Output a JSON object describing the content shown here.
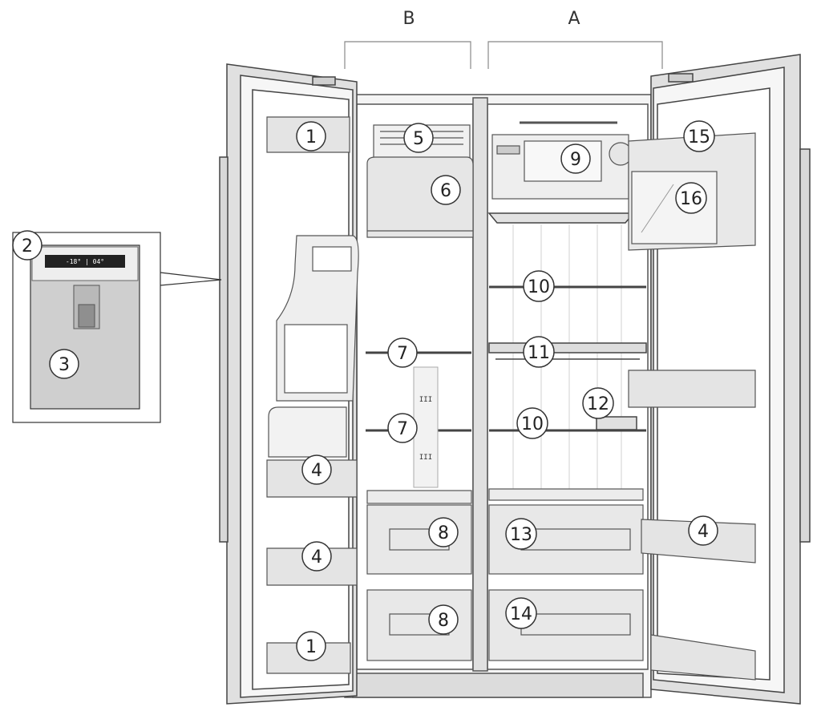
{
  "sections": {
    "freezer_letter": "B",
    "fridge_letter": "A"
  },
  "inset": {
    "display_text": "-18° | 04°"
  },
  "callouts": {
    "c1a": "1",
    "c1b": "1",
    "c2": "2",
    "c3": "3",
    "c4a": "4",
    "c4b": "4",
    "c4c": "4",
    "c5": "5",
    "c6": "6",
    "c7a": "7",
    "c7b": "7",
    "c8a": "8",
    "c8b": "8",
    "c9": "9",
    "c10a": "10",
    "c10b": "10",
    "c11": "11",
    "c12": "12",
    "c13": "13",
    "c14": "14",
    "c15": "15",
    "c16": "16"
  },
  "marks": {
    "m1": "III",
    "m2": "III"
  }
}
